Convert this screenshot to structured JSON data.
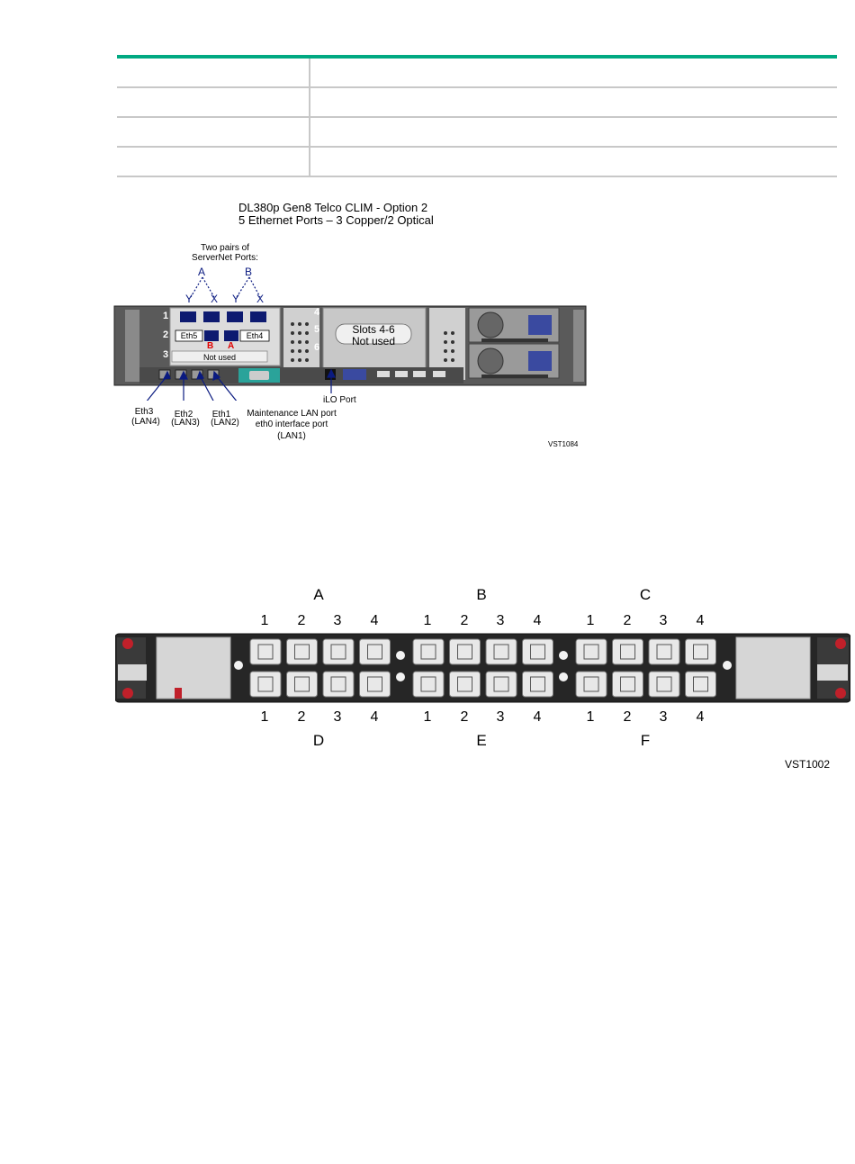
{
  "figure1": {
    "title_line1": "DL380p Gen8 Telco CLIM - Option 2",
    "title_line2": "5 Ethernet Ports – 3 Copper/2 Optical",
    "serverNet_line1": "Two pairs of",
    "serverNet_line2": "ServerNet Ports:",
    "pair_a": "A",
    "pair_b": "B",
    "y1": "Y",
    "x1": "X",
    "y2": "Y",
    "x2": "X",
    "slot1": "1",
    "slot2": "2",
    "slot3": "3",
    "slot4": "4",
    "slot5": "5",
    "slot6": "6",
    "eth5": "Eth5",
    "eth4": "Eth4",
    "mark_b": "B",
    "mark_a": "A",
    "not_used": "Not used",
    "slots46_line1": "Slots 4-6",
    "slots46_line2": "Not used",
    "eth3_line1": "Eth3",
    "eth3_line2": "(LAN4)",
    "eth2_line1": "Eth2",
    "eth2_line2": "(LAN3)",
    "eth1_line1": "Eth1",
    "eth1_line2": "(LAN2)",
    "maint_line1": "Maintenance LAN port",
    "maint_line2": "eth0 interface port",
    "maint_line3": "(LAN1)",
    "ilo": "iLO Port",
    "code": "VST1084"
  },
  "figure2": {
    "top_letters": [
      "A",
      "B",
      "C"
    ],
    "bottom_letters": [
      "D",
      "E",
      "F"
    ],
    "port_numbers": [
      "1",
      "2",
      "3",
      "4"
    ],
    "code": "VST1002"
  }
}
